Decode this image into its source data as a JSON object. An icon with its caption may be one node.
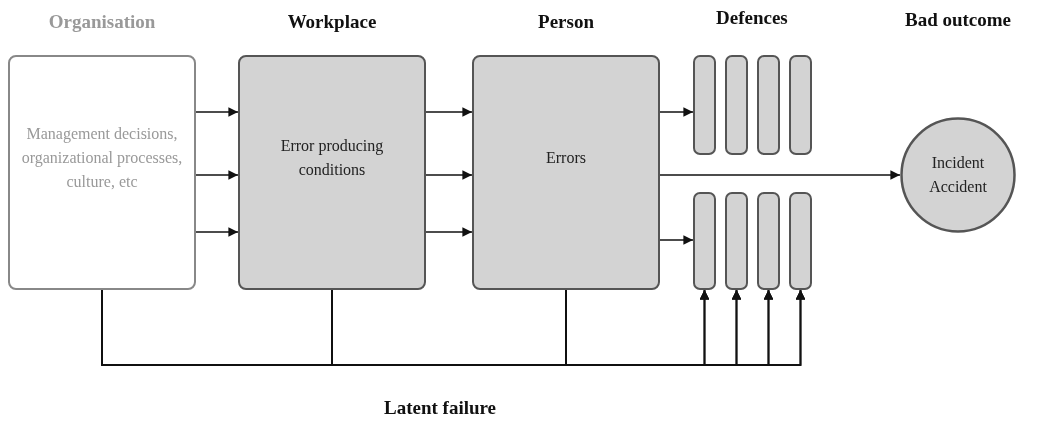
{
  "diagram": {
    "nodes": [
      {
        "text": [
          "Organisation",
          "Management decisions, organizational processes, culture, etc"
        ]
      },
      {
        "text": [
          "Workplace",
          "Error producing conditions"
        ]
      },
      {
        "text": [
          "Person",
          "Errors"
        ]
      },
      {
        "text": [],
        "shape": "bar"
      },
      {
        "text": [],
        "shape": "bar"
      },
      {
        "text": [],
        "shape": "bar"
      },
      {
        "text": [],
        "shape": "bar"
      },
      {
        "text": [],
        "shape": "bar"
      },
      {
        "text": [],
        "shape": "bar"
      },
      {
        "text": [],
        "shape": "bar"
      },
      {
        "text": [],
        "shape": "bar"
      },
      {
        "text": [
          "Bad outcome",
          "Incident Accident"
        ]
      }
    ],
    "edges": [
      {
        "from": 0,
        "to": 1,
        "arrow": "to"
      },
      {
        "from": 0,
        "to": 1,
        "arrow": "to"
      },
      {
        "from": 0,
        "to": 1,
        "arrow": "to"
      },
      {
        "from": 1,
        "to": 2,
        "arrow": "to"
      },
      {
        "from": 1,
        "to": 2,
        "arrow": "to"
      },
      {
        "from": 1,
        "to": 2,
        "arrow": "to"
      },
      {
        "from": 2,
        "to": 3,
        "arrow": "to"
      },
      {
        "from": 2,
        "to": 11,
        "arrow": "to"
      },
      {
        "from": 2,
        "to": 7,
        "arrow": "to"
      },
      {
        "from": 0,
        "to": 7,
        "arrow": "to"
      },
      {
        "from": 0,
        "to": 8,
        "arrow": "to"
      },
      {
        "from": 0,
        "to": 9,
        "arrow": "to"
      },
      {
        "from": 0,
        "to": 10,
        "arrow": "to"
      },
      {
        "from": 1,
        "to": 7,
        "arrow": "to"
      },
      {
        "from": 1,
        "to": 8,
        "arrow": "to"
      },
      {
        "from": 1,
        "to": 9,
        "arrow": "to"
      },
      {
        "from": 1,
        "to": 10,
        "arrow": "to"
      },
      {
        "from": 2,
        "to": 7,
        "arrow": "to"
      },
      {
        "from": 2,
        "to": 8,
        "arrow": "to"
      },
      {
        "from": 2,
        "to": 9,
        "arrow": "to"
      },
      {
        "from": 2,
        "to": 10,
        "arrow": "to"
      }
    ],
    "labels": [
      "Defences",
      "Latent failure"
    ]
  }
}
